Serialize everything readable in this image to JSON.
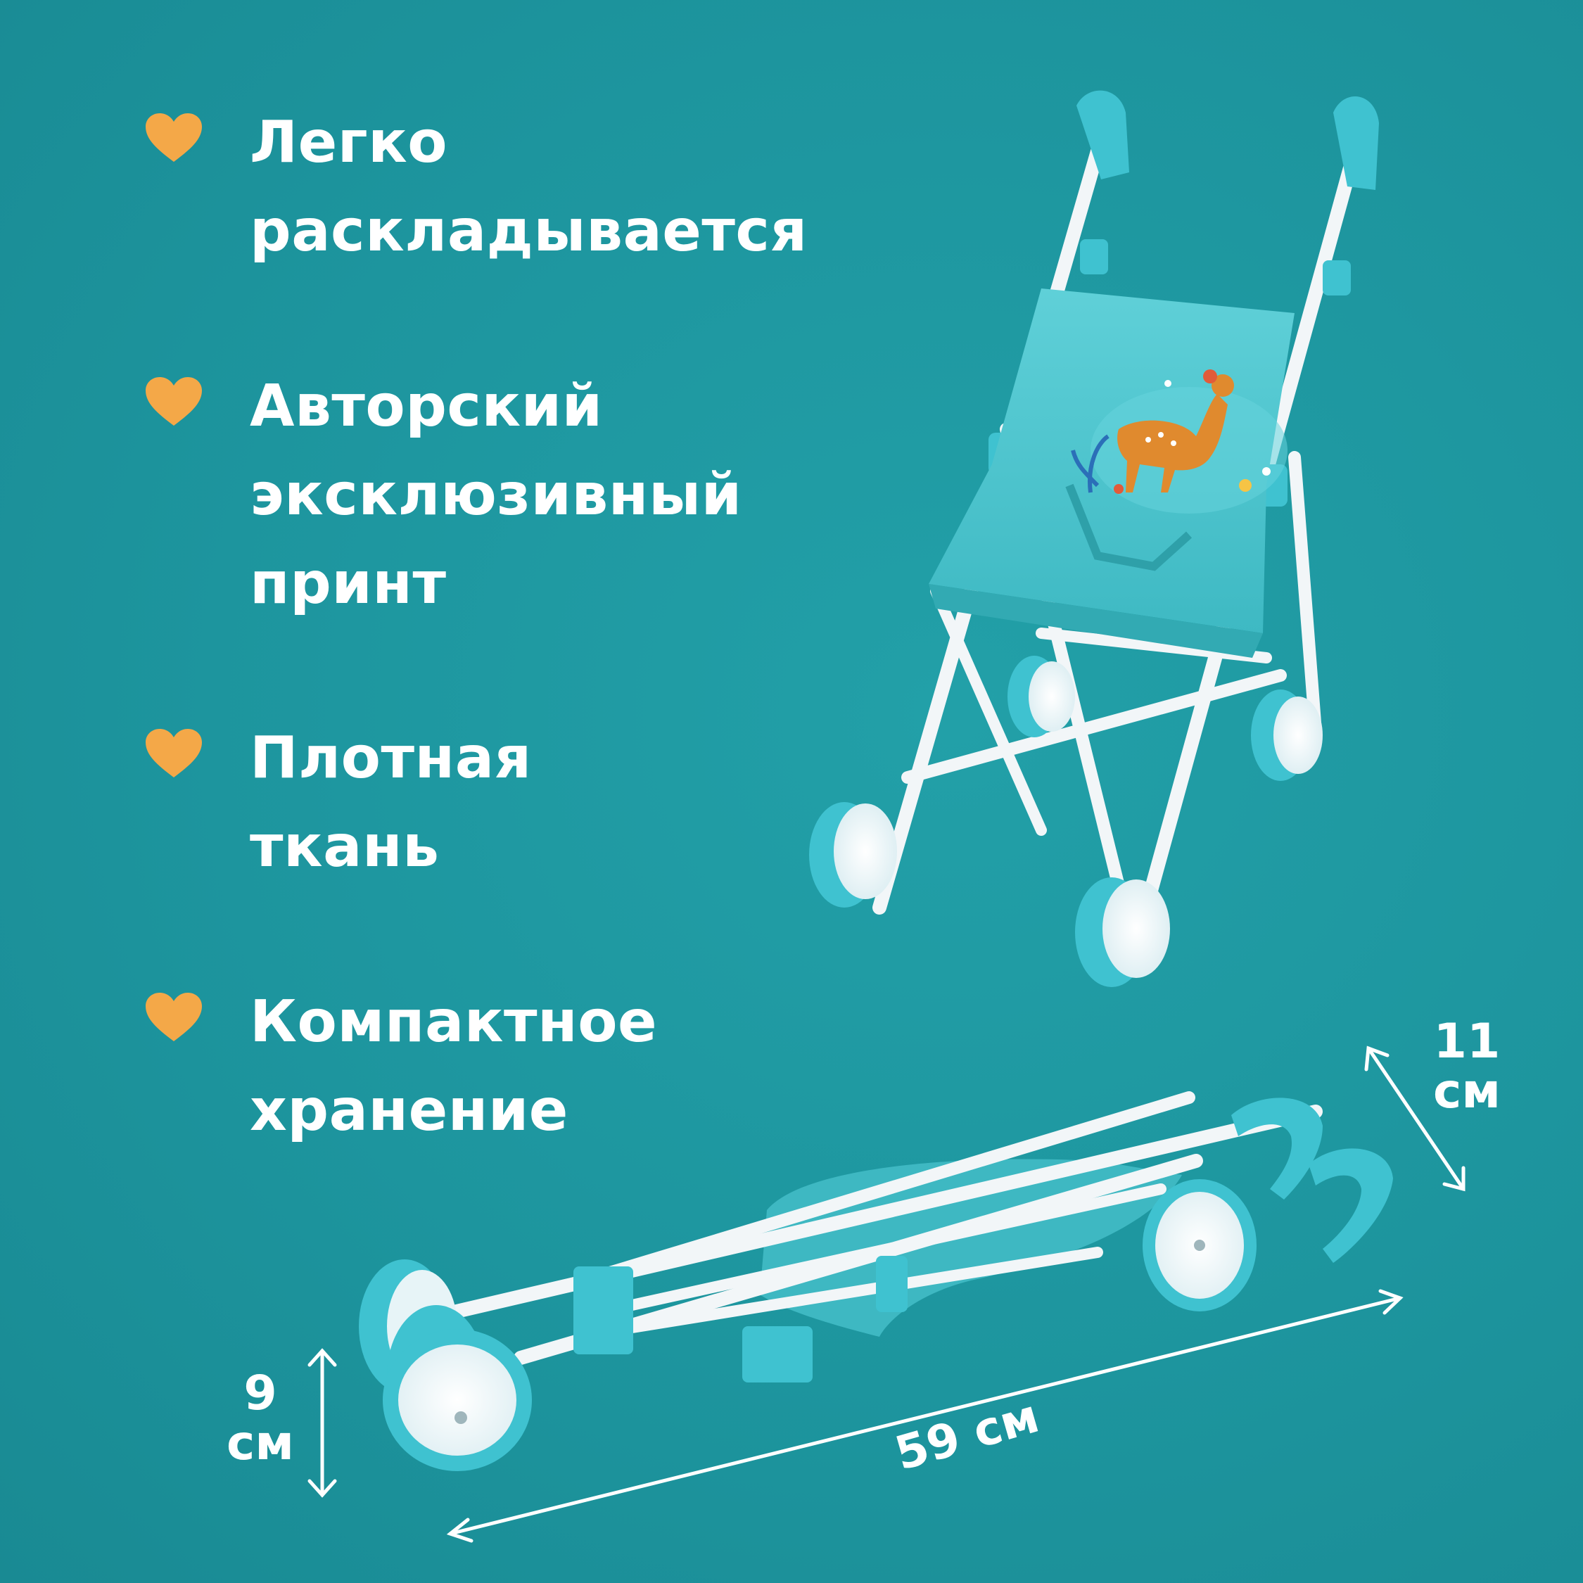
{
  "features": [
    {
      "icon": "heart-icon",
      "lines": [
        "Легко",
        "раскладывается"
      ]
    },
    {
      "icon": "heart-icon",
      "lines": [
        "Авторский",
        "эксклюзивный",
        "принт"
      ]
    },
    {
      "icon": "heart-icon",
      "lines": [
        "Плотная",
        "ткань"
      ]
    },
    {
      "icon": "heart-icon",
      "lines": [
        "Компактное",
        "хранение"
      ]
    }
  ],
  "dimensions": {
    "width": [
      "11",
      "см"
    ],
    "height": [
      "9",
      "см"
    ],
    "length": "59 см"
  },
  "colors": {
    "background": "#1e97a0",
    "heart": "#f4a848",
    "text": "#ffffff",
    "stroller_fabric": "#4cc6cf",
    "stroller_plastic": "#3fc2d0",
    "frame": "#f2f6f8"
  }
}
